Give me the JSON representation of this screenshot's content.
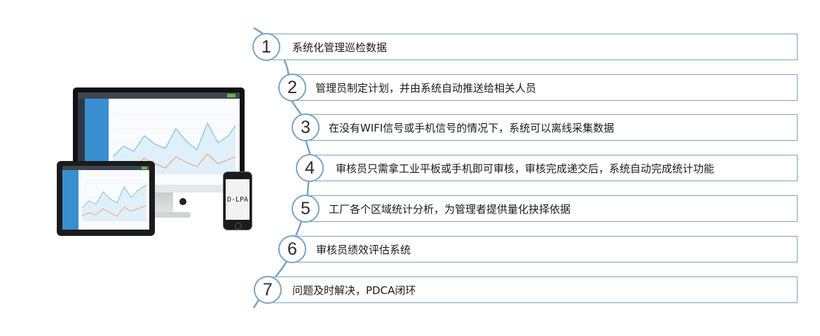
{
  "steps": [
    {
      "number": "1",
      "text": "系统化管理巡检数据"
    },
    {
      "number": "2",
      "text": "管理员制定计划，并由系统自动推送给相关人员"
    },
    {
      "number": "3",
      "text": "在没有WIFI信号或手机信号的情况下，系统可以离线采集数据"
    },
    {
      "number": "4",
      "text": "审核员只需拿工业平板或手机即可审核，审核完成递交后，系统自动完成统计功能"
    },
    {
      "number": "5",
      "text": "工厂各个区域统计分析，为管理者提供量化抉择依据"
    },
    {
      "number": "6",
      "text": "审核员绩效评估系统"
    },
    {
      "number": "7",
      "text": "问题及时解决，PDCA闭环"
    }
  ],
  "devices": {
    "phone_screen_text": "D-LPA"
  },
  "colors": {
    "accent": "#7aa4c6",
    "line": "#7aa4c6",
    "screen_sidebar": "#3a8fd0",
    "chart_blue": "#8ec9ea",
    "chart_orange": "#f0a07a"
  }
}
